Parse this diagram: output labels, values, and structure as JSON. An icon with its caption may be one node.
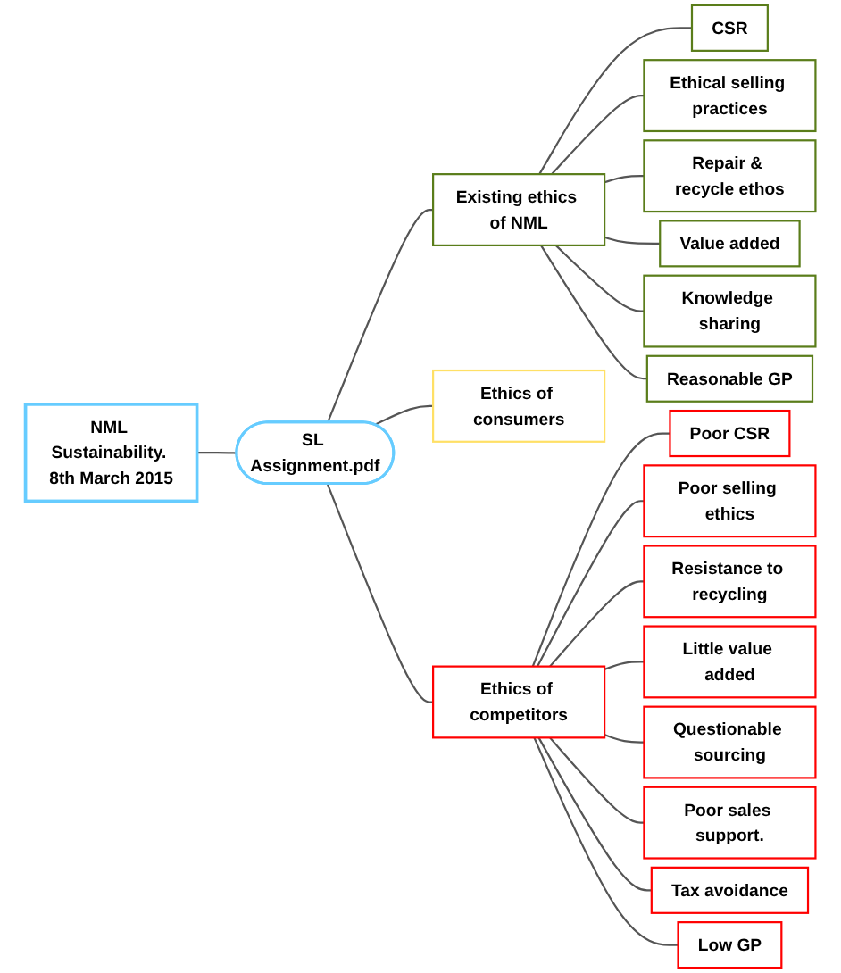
{
  "diagram": {
    "nodes": [
      {
        "text": [
          "NML Sustainability. 8th March 2015"
        ]
      },
      {
        "text": [
          "SL Assignment.pdf"
        ]
      },
      {
        "text": [
          "Existing ethics of NML"
        ]
      },
      {
        "text": [
          "Ethics of consumers"
        ]
      },
      {
        "text": [
          "Ethics of competitors"
        ]
      },
      {
        "text": [
          "CSR"
        ]
      },
      {
        "text": [
          "Ethical selling practices"
        ]
      },
      {
        "text": [
          "Repair & recycle ethos"
        ]
      },
      {
        "text": [
          "Value added"
        ]
      },
      {
        "text": [
          "Knowledge sharing"
        ]
      },
      {
        "text": [
          "Reasonable GP"
        ]
      },
      {
        "text": [
          "Poor CSR"
        ]
      },
      {
        "text": [
          "Poor selling ethics"
        ]
      },
      {
        "text": [
          "Resistance to recycling"
        ]
      },
      {
        "text": [
          "Little value added"
        ]
      },
      {
        "text": [
          "Questionable sourcing"
        ]
      },
      {
        "text": [
          "Poor sales support."
        ]
      },
      {
        "text": [
          "Tax avoidance"
        ]
      },
      {
        "text": [
          "Low GP"
        ]
      }
    ],
    "edges": [
      {
        "from": 0,
        "to": 1,
        "arrow": "none"
      },
      {
        "from": 1,
        "to": 2,
        "arrow": "none"
      },
      {
        "from": 1,
        "to": 3,
        "arrow": "none"
      },
      {
        "from": 1,
        "to": 4,
        "arrow": "none"
      },
      {
        "from": 2,
        "to": 5,
        "arrow": "none"
      },
      {
        "from": 2,
        "to": 6,
        "arrow": "none"
      },
      {
        "from": 2,
        "to": 7,
        "arrow": "none"
      },
      {
        "from": 2,
        "to": 8,
        "arrow": "none"
      },
      {
        "from": 2,
        "to": 9,
        "arrow": "none"
      },
      {
        "from": 2,
        "to": 10,
        "arrow": "none"
      },
      {
        "from": 4,
        "to": 11,
        "arrow": "none"
      },
      {
        "from": 4,
        "to": 12,
        "arrow": "none"
      },
      {
        "from": 4,
        "to": 13,
        "arrow": "none"
      },
      {
        "from": 4,
        "to": 14,
        "arrow": "none"
      },
      {
        "from": 4,
        "to": 15,
        "arrow": "none"
      },
      {
        "from": 4,
        "to": 16,
        "arrow": "none"
      },
      {
        "from": 4,
        "to": 17,
        "arrow": "none"
      },
      {
        "from": 4,
        "to": 18,
        "arrow": "none"
      }
    ]
  }
}
